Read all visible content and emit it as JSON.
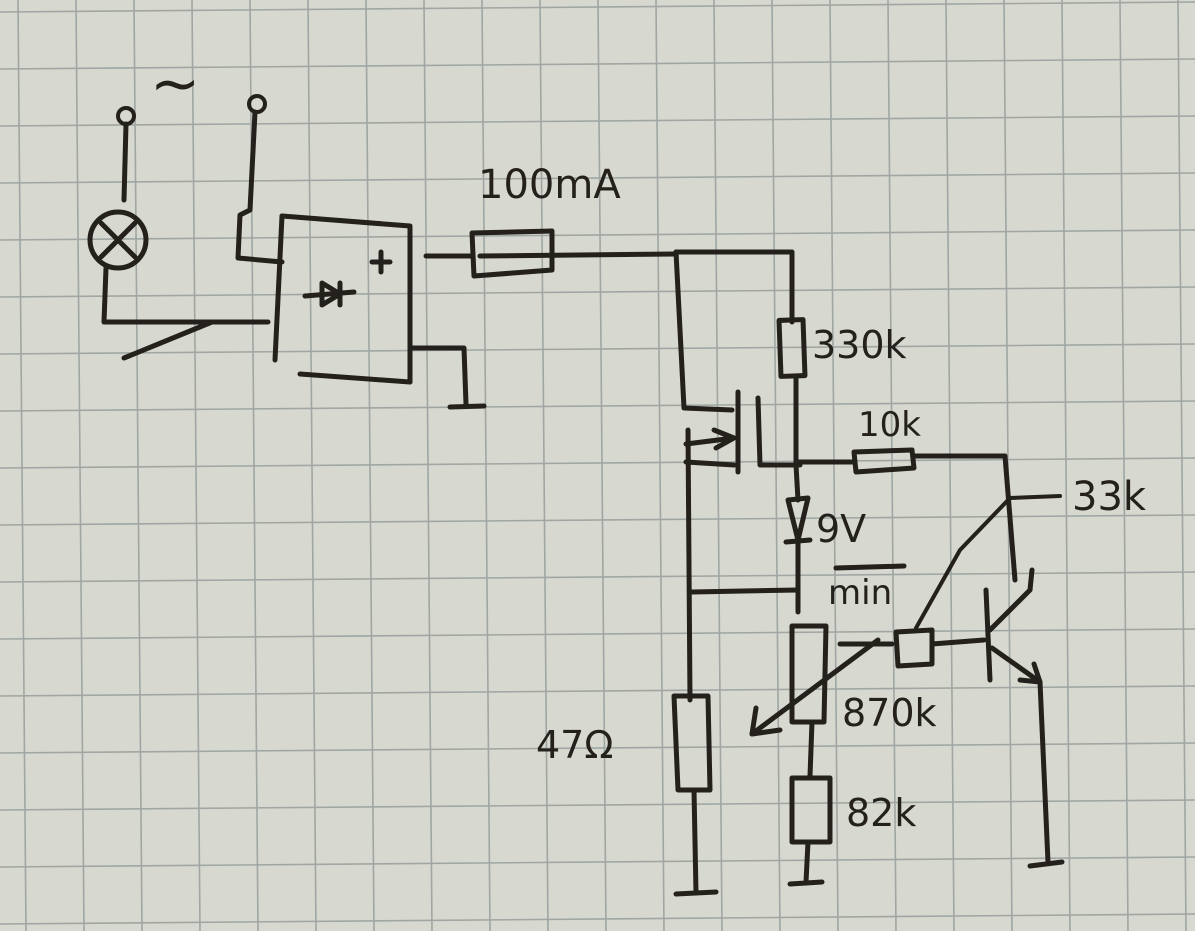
{
  "labels": {
    "ac_source": "~",
    "fuse": "100mA",
    "r_top": "330k",
    "r_base": "10k",
    "r_collector": "33k",
    "zener": "9V",
    "pot_mark": "min",
    "pot": "870k",
    "r_bottom": "82k",
    "r_shunt": "47Ω"
  },
  "colors": {
    "paper": "#d7d8cf",
    "grid": "#9fa6a3",
    "ink": "#24201c"
  },
  "icons": {
    "lamp": "lamp-icon",
    "bridge_rectifier": "bridge-rectifier-icon",
    "transistor": "npn-transistor-icon",
    "mosfet": "mosfet-icon"
  }
}
